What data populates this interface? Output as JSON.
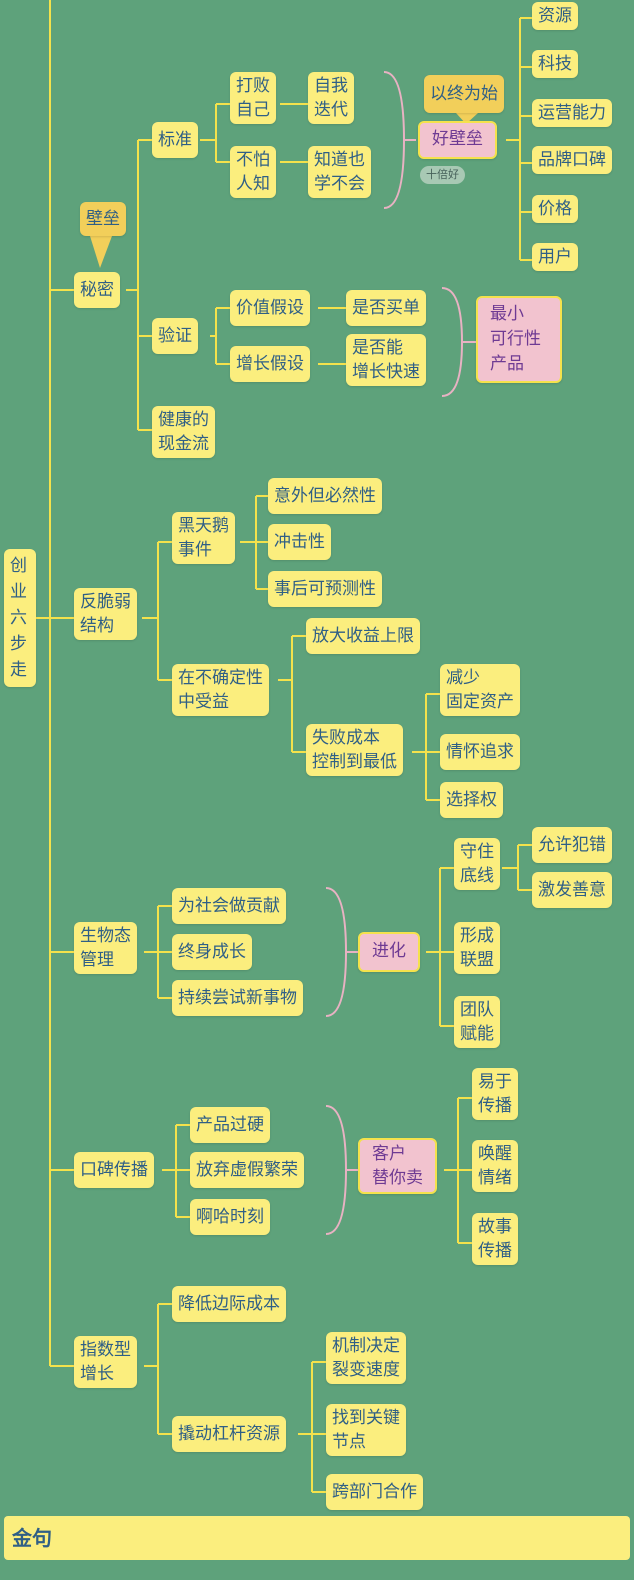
{
  "root": [
    "创",
    "业",
    "六",
    "步",
    "走"
  ],
  "moat": {
    "label": "秘密",
    "callout": "壁垒",
    "standard": "标准",
    "beat_self": [
      "打败",
      "自己"
    ],
    "iterate": [
      "自我",
      "迭代"
    ],
    "not_afraid": [
      "不怕",
      "人知"
    ],
    "know_cant": [
      "知道也",
      "学不会"
    ],
    "begin_end": "以终为始",
    "good_moat": "好壁垒",
    "ten_times": "十倍好",
    "resources": [
      "资源",
      "科技",
      "运营能力",
      "品牌口碑",
      "价格",
      "用户"
    ],
    "verify": "验证",
    "value_hyp": "价值假设",
    "buy_or_not": "是否买单",
    "growth_hyp": "增长假设",
    "grow_fast": [
      "是否能",
      "增长快速"
    ],
    "mvp": [
      "最小",
      "可行性",
      "产品"
    ],
    "cashflow": [
      "健康的",
      "现金流"
    ]
  },
  "antifragile": {
    "label": [
      "反脆弱",
      "结构"
    ],
    "black_swan": [
      "黑天鹅",
      "事件"
    ],
    "bs_items": [
      "意外但必然性",
      "冲击性",
      "事后可预测性"
    ],
    "benefit": [
      "在不确定性",
      "中受益"
    ],
    "amplify": "放大收益上限",
    "minimize_cost": [
      "失败成本",
      "控制到最低"
    ],
    "cost_items": [
      [
        "减少",
        "固定资产"
      ],
      [
        "情怀追求"
      ],
      [
        "选择权"
      ]
    ]
  },
  "eco": {
    "label": [
      "生物态",
      "管理"
    ],
    "items": [
      "为社会做贡献",
      "终身成长",
      "持续尝试新事物"
    ],
    "evolve": "进化",
    "guard": [
      "守住",
      "底线"
    ],
    "guard_items": [
      "允许犯错",
      "激发善意"
    ],
    "alliance": [
      "形成",
      "联盟"
    ],
    "empower": [
      "团队",
      "赋能"
    ]
  },
  "wom": {
    "label": "口碑传播",
    "items": [
      "产品过硬",
      "放弃虚假繁荣",
      "啊哈时刻"
    ],
    "customer": [
      "客户",
      "替你卖"
    ],
    "spread": [
      [
        "易于",
        "传播"
      ],
      [
        "唤醒",
        "情绪"
      ],
      [
        "故事",
        "传播"
      ]
    ]
  },
  "exp": {
    "label": [
      "指数型",
      "增长"
    ],
    "lower_cost": "降低边际成本",
    "leverage": "撬动杠杆资源",
    "lev_items": [
      [
        "机制决定",
        "裂变速度"
      ],
      [
        "找到关键",
        "节点"
      ],
      [
        "跨部门合作"
      ]
    ]
  },
  "footer": "金句",
  "colors": {
    "bg": "#5ea27b",
    "node": "#fbee7e",
    "pink": "#f2c3cf",
    "text": "#2f5f86",
    "line": "#f4e24c",
    "bracket": "#e8b2c3"
  }
}
